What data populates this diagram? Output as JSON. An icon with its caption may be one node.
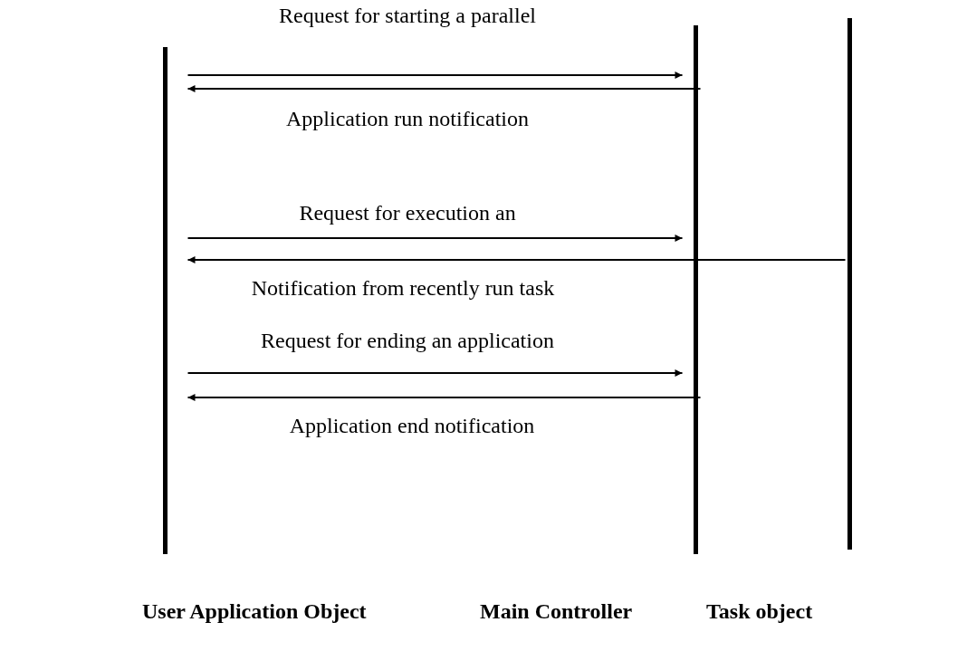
{
  "diagram": {
    "nodes": [
      {
        "text": [
          "User Application Object"
        ]
      },
      {
        "text": [
          "Main Controller"
        ]
      },
      {
        "text": [
          "Task object"
        ]
      }
    ],
    "edges": [
      {
        "from": 0,
        "to": 1,
        "arrow": "to",
        "label": "Request for starting a parallel"
      },
      {
        "from": 1,
        "to": 0,
        "arrow": "to",
        "label": "Application run notification"
      },
      {
        "from": 0,
        "to": 1,
        "arrow": "to",
        "label": "Request for execution an"
      },
      {
        "from": 2,
        "to": 0,
        "arrow": "to",
        "label": "Notification from recently run task"
      },
      {
        "from": 0,
        "to": 1,
        "arrow": "to",
        "label": "Request for ending an application"
      },
      {
        "from": 1,
        "to": 0,
        "arrow": "to",
        "label": "Application end notification"
      }
    ]
  }
}
